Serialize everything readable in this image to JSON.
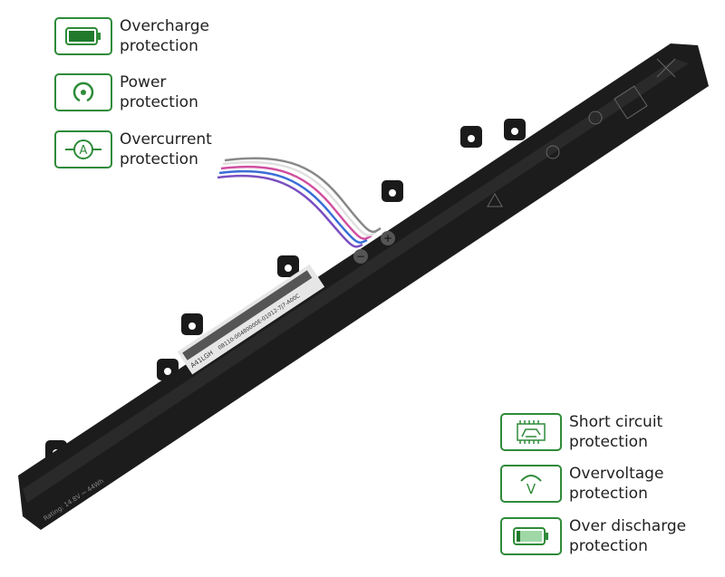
{
  "colors": {
    "accent": "#2e8b3a",
    "battery_body": "#1c1c1c",
    "label": "#e6e6e6"
  },
  "features_left": [
    {
      "icon": "full-battery-icon",
      "line1": "Overcharge",
      "line2": "protection"
    },
    {
      "icon": "power-icon",
      "line1": "Power",
      "line2": "protection"
    },
    {
      "icon": "ammeter-icon",
      "line1": "Overcurrent",
      "line2": "protection"
    }
  ],
  "features_right": [
    {
      "icon": "circuit-board-icon",
      "line1": "Short circuit",
      "line2": "protection"
    },
    {
      "icon": "voltmeter-icon",
      "line1": "Overvoltage",
      "line2": "protection"
    },
    {
      "icon": "low-battery-icon",
      "line1": "Over discharge",
      "line2": "protection"
    }
  ],
  "battery": {
    "model": "A41LGH",
    "serial": "0B110-00480000E-01012-7J7-A00C",
    "rating": "Rating: 14.8V ⎓ 44Wh",
    "minus": "−",
    "plus": "+"
  }
}
